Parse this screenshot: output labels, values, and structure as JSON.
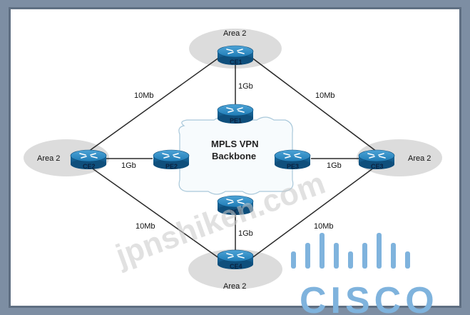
{
  "areas": {
    "top": "Area 2",
    "left": "Area 2",
    "right": "Area 2",
    "bottom": "Area 2"
  },
  "routers": {
    "ce1": "CE1",
    "ce2": "CE2",
    "ce3": "CE3",
    "ce4": "CE4",
    "pe1": "PE1",
    "pe2": "PE2",
    "pe3": "PE3",
    "pe4": "PE4"
  },
  "links": {
    "ce2_ce1": "10Mb",
    "ce1_ce3": "10Mb",
    "ce2_ce4": "10Mb",
    "ce4_ce3": "10Mb",
    "ce1_pe1": "1Gb",
    "ce2_pe2": "1Gb",
    "pe3_ce3": "1Gb",
    "pe4_ce4": "1Gb"
  },
  "backbone": {
    "line1": "MPLS VPN",
    "line2": "Backbone"
  },
  "watermark": "jpnshiken.com",
  "logo_text": "CISCO",
  "colors": {
    "router": "#1f7cb6",
    "link": "#2a2a2a",
    "area": "#d9d9d9",
    "logo": "#7fb3dd"
  }
}
